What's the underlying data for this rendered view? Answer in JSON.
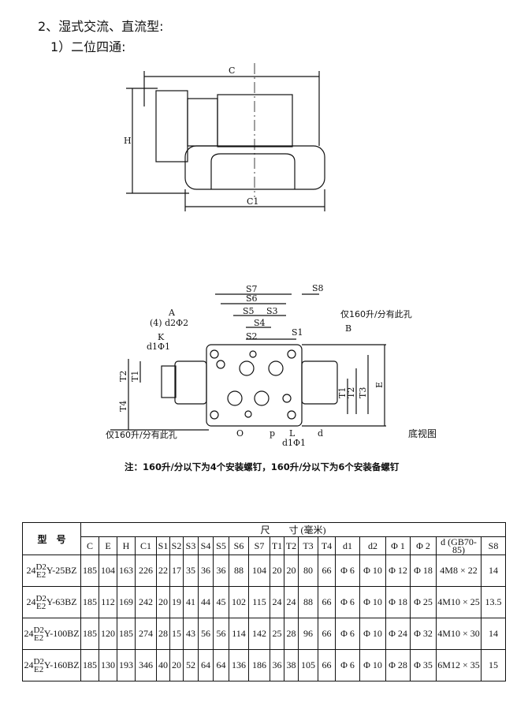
{
  "heading": "2、湿式交流、直流型:",
  "subheading": "1）二位四通:",
  "top_view": {
    "dim_c": "C",
    "dim_h": "H",
    "dim_c1": "C1"
  },
  "bottom_view": {
    "title": "底视图",
    "labels": {
      "s7": "S7",
      "s6": "S6",
      "s8": "S8",
      "s5": "S5",
      "s3": "S3",
      "s4": "S4",
      "s2": "S2",
      "s1": "S1",
      "a": "A",
      "a_sub": "(4) d2Φ2",
      "k": "K",
      "k_sub": "d1Φ1",
      "only160_top": "仅160升/分有此孔",
      "b": "B",
      "t1": "T1",
      "t2": "T2",
      "t3": "T3",
      "t4": "T4",
      "e": "E",
      "only160_bottom": "仅160升/分有此孔",
      "o": "O",
      "p": "p",
      "l": "L",
      "l_sub": "d1Φ1",
      "d": "d"
    }
  },
  "note": "注：160升/分以下为4个安装螺钉，160升/分以下为6个安装备螺钉",
  "table": {
    "model_header": "型　号",
    "group_header": "尺　　寸 (毫米)",
    "columns": [
      "C",
      "E",
      "H",
      "C1",
      "S1",
      "S2",
      "S3",
      "S4",
      "S5",
      "S6",
      "S7",
      "T1",
      "T2",
      "T3",
      "T4",
      "d1",
      "d2",
      "Φ 1",
      "Φ 2",
      "d (GB70-85)",
      "S8"
    ],
    "rows": [
      {
        "model_prefix": "24",
        "model_top": "D2",
        "model_bottom": "E2",
        "model_suffix": "Y-25BZ",
        "values": [
          "185",
          "104",
          "163",
          "226",
          "22",
          "17",
          "35",
          "36",
          "36",
          "88",
          "104",
          "20",
          "20",
          "80",
          "66",
          "Φ 6",
          "Φ 10",
          "Φ 12",
          "Φ 18",
          "4M8 × 22",
          "14"
        ]
      },
      {
        "model_prefix": "24",
        "model_top": "D2",
        "model_bottom": "E2",
        "model_suffix": "Y-63BZ",
        "values": [
          "185",
          "112",
          "169",
          "242",
          "20",
          "19",
          "41",
          "44",
          "45",
          "102",
          "115",
          "24",
          "24",
          "88",
          "66",
          "Φ 6",
          "Φ 10",
          "Φ 18",
          "Φ 25",
          "4M10 × 25",
          "13.5"
        ]
      },
      {
        "model_prefix": "24",
        "model_top": "D2",
        "model_bottom": "E2",
        "model_suffix": "Y-100BZ",
        "values": [
          "185",
          "120",
          "185",
          "274",
          "28",
          "15",
          "43",
          "56",
          "56",
          "114",
          "142",
          "25",
          "28",
          "96",
          "66",
          "Φ 6",
          "Φ 10",
          "Φ 24",
          "Φ 32",
          "4M10 × 30",
          "14"
        ]
      },
      {
        "model_prefix": "24",
        "model_top": "D2",
        "model_bottom": "E2",
        "model_suffix": "Y-160BZ",
        "values": [
          "185",
          "130",
          "193",
          "346",
          "40",
          "20",
          "52",
          "64",
          "64",
          "136",
          "186",
          "36",
          "38",
          "105",
          "66",
          "Φ 6",
          "Φ 10",
          "Φ 28",
          "Φ 35",
          "6M12 × 35",
          "15"
        ]
      }
    ]
  }
}
